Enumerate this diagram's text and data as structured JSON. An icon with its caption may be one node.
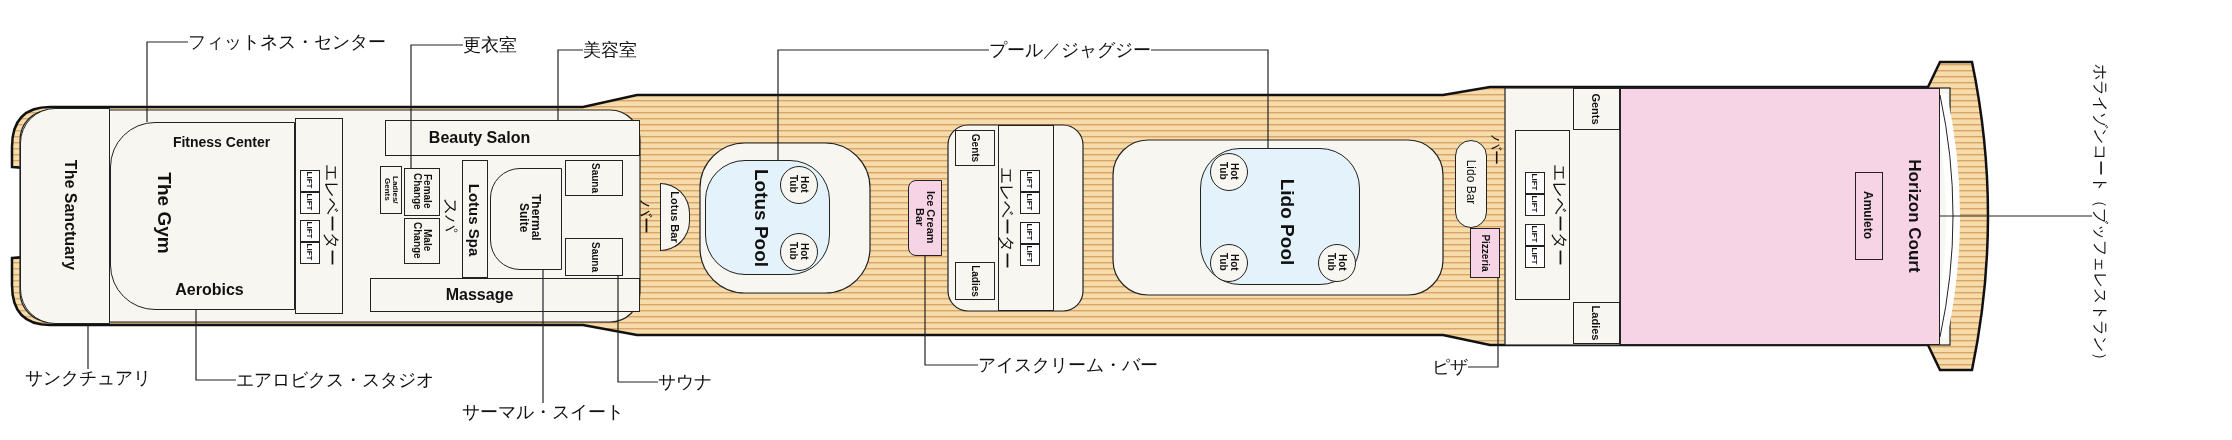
{
  "diagram": {
    "nodes": [
      {
        "text": [
          "The Sanctuary"
        ]
      },
      {
        "text": [
          "Fitness Center",
          "The Gym",
          "Aerobics"
        ]
      },
      {
        "text": [
          "エレベーター"
        ]
      },
      {
        "text": [
          "LIFT"
        ],
        "in": 2
      },
      {
        "text": [
          "LIFT"
        ],
        "in": 2
      },
      {
        "text": [
          "LIFT"
        ],
        "in": 2
      },
      {
        "text": [
          "LIFT"
        ],
        "in": 2
      },
      {
        "text": [
          "Ladies/ Gents"
        ]
      },
      {
        "text": [
          "Female Change"
        ]
      },
      {
        "text": [
          "Male Change"
        ]
      },
      {
        "text": [
          "Beauty Salon"
        ]
      },
      {
        "text": [
          "Lotus Spa"
        ],
        "beside": [
          "スパ"
        ]
      },
      {
        "text": [
          "Thermal Suite"
        ]
      },
      {
        "text": [
          "Sauna"
        ]
      },
      {
        "text": [
          "Sauna"
        ]
      },
      {
        "text": [
          "Massage"
        ]
      },
      {
        "text": [
          "Lotus Bar"
        ],
        "beside": [
          "バー"
        ]
      },
      {
        "text": [
          "Lotus Pool"
        ]
      },
      {
        "text": [
          "Hot Tub"
        ],
        "in": 17
      },
      {
        "text": [
          "Hot Tub"
        ],
        "in": 17
      },
      {
        "text": [
          "Ice Cream Bar"
        ]
      },
      {
        "text": [
          "Gents"
        ]
      },
      {
        "text": [
          "エレベーター"
        ]
      },
      {
        "text": [
          "LIFT"
        ],
        "in": 22
      },
      {
        "text": [
          "LIFT"
        ],
        "in": 22
      },
      {
        "text": [
          "LIFT"
        ],
        "in": 22
      },
      {
        "text": [
          "LIFT"
        ],
        "in": 22
      },
      {
        "text": [
          "Ladies"
        ]
      },
      {
        "text": [
          "Lido Pool"
        ]
      },
      {
        "text": [
          "Hot Tub"
        ],
        "in": 28
      },
      {
        "text": [
          "Hot Tub"
        ],
        "in": 28
      },
      {
        "text": [
          "Hot Tub"
        ],
        "in": 28
      },
      {
        "text": [
          "Lido Bar"
        ],
        "beside": [
          "バー"
        ]
      },
      {
        "text": [
          "Pizzeria"
        ]
      },
      {
        "text": [
          "Gents"
        ]
      },
      {
        "text": [
          "エレベーター"
        ]
      },
      {
        "text": [
          "LIFT"
        ],
        "in": 35
      },
      {
        "text": [
          "LIFT"
        ],
        "in": 35
      },
      {
        "text": [
          "LIFT"
        ],
        "in": 35
      },
      {
        "text": [
          "LIFT"
        ],
        "in": 35
      },
      {
        "text": [
          "Ladies"
        ]
      },
      {
        "text": [
          "Horizon Court"
        ]
      },
      {
        "text": [
          "Amuleto"
        ],
        "in": 41
      },
      {
        "text": [
          "フィットネス・センター"
        ]
      },
      {
        "text": [
          "更衣室"
        ]
      },
      {
        "text": [
          "美容室"
        ]
      },
      {
        "text": [
          "プール／ジャグジー"
        ]
      },
      {
        "text": [
          "ホライゾンコート（ブッフェレストラン）"
        ]
      },
      {
        "text": [
          "サンクチュアリ"
        ]
      },
      {
        "text": [
          "エアロビクス・スタジオ"
        ]
      },
      {
        "text": [
          "サーマル・スイート"
        ]
      },
      {
        "text": [
          "サウナ"
        ]
      },
      {
        "text": [
          "アイスクリーム・バー"
        ]
      },
      {
        "text": [
          "ピザ"
        ]
      }
    ],
    "edges": [
      {
        "from": 43,
        "to": 1,
        "arrow": "none"
      },
      {
        "from": 44,
        "to": 8,
        "arrow": "none"
      },
      {
        "from": 45,
        "to": 10,
        "arrow": "none"
      },
      {
        "from": 46,
        "to": 17,
        "arrow": "none"
      },
      {
        "from": 46,
        "to": 28,
        "arrow": "none"
      },
      {
        "from": 47,
        "to": 41,
        "arrow": "none"
      },
      {
        "from": 48,
        "to": 0,
        "arrow": "none"
      },
      {
        "from": 49,
        "to": 1,
        "arrow": "none"
      },
      {
        "from": 50,
        "to": 12,
        "arrow": "none"
      },
      {
        "from": 51,
        "to": 14,
        "arrow": "none"
      },
      {
        "from": 52,
        "to": 20,
        "arrow": "none"
      },
      {
        "from": 53,
        "to": 33,
        "arrow": "none"
      }
    ]
  }
}
